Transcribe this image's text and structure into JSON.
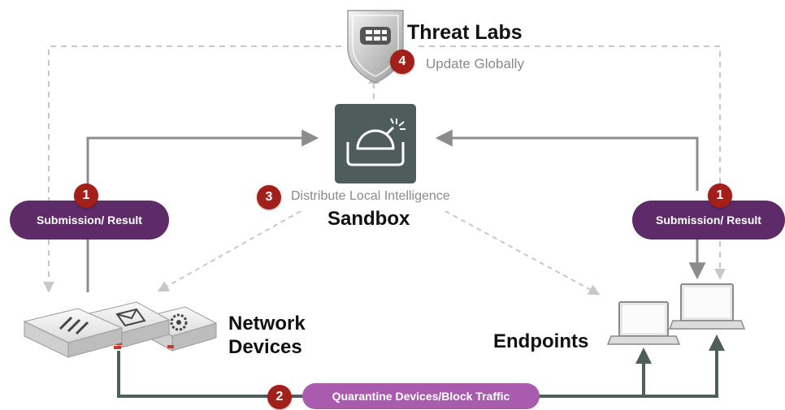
{
  "colors": {
    "badge": "#a31f1a",
    "pill_dark": "#5e2a68",
    "pill_light": "#a95cae",
    "arrow_solid": "#8c8c8c",
    "arrow_dashed": "#c8c8c8",
    "quarantine_line": "#4e5f5e",
    "sandbox_tile": "#4e5c5c"
  },
  "threat_labs": {
    "title": "Threat Labs",
    "step": "4",
    "subtitle": "Update Globally",
    "icon": "fortinet-shield-icon"
  },
  "sandbox": {
    "title": "Sandbox",
    "step": "3",
    "caption": "Distribute Local Intelligence",
    "icon": "sandbox-bomb-icon"
  },
  "left_submission": {
    "step": "1",
    "label": "Submission/ Result"
  },
  "right_submission": {
    "step": "1",
    "label": "Submission/ Result"
  },
  "network_devices": {
    "title_line1": "Network",
    "title_line2": "Devices",
    "icon": "network-appliance-icon"
  },
  "endpoints": {
    "title": "Endpoints",
    "icon": "laptop-icon"
  },
  "quarantine": {
    "step": "2",
    "label": "Quarantine Devices/Block Traffic"
  }
}
